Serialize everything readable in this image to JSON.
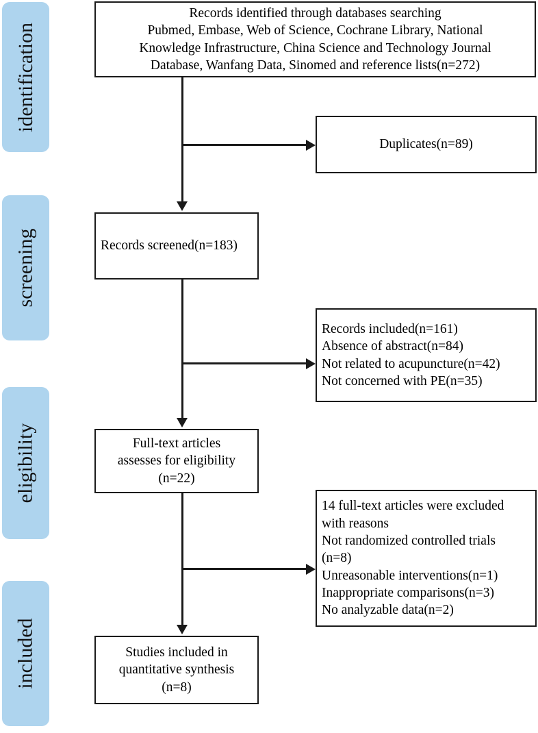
{
  "diagram": {
    "type": "prisma-flow-diagram",
    "title": "PRISMA study selection flow diagram",
    "accent_color": "#aed4ee",
    "line_color": "#1a1a1a",
    "box_fill": "#ffffff"
  },
  "stages": [
    {
      "id": "identification",
      "label": "identification"
    },
    {
      "id": "screening",
      "label": "screening"
    },
    {
      "id": "eligibility",
      "label": "eligibility"
    },
    {
      "id": "included",
      "label": "included"
    }
  ],
  "boxes": {
    "records_identified": {
      "id": "records-identified",
      "lines": [
        "Records identified through databases searching",
        "Pubmed, Embase, Web of Science, Cochrane Library, National",
        "Knowledge Infrastructure, China Science and Technology Journal",
        "Database, Wanfang Data, Sinomed and reference lists(n=272)"
      ],
      "n": 272
    },
    "duplicates": {
      "id": "duplicates",
      "lines": [
        "Duplicates(n=89)"
      ],
      "n": 89
    },
    "records_screened": {
      "id": "records-screened",
      "lines": [
        "Records screened(n=183)"
      ],
      "n": 183
    },
    "records_included_excluded": {
      "id": "records-excluded-at-screening",
      "lines": [
        "Records included(n=161)",
        " Absence of abstract(n=84)",
        " Not related to acupuncture(n=42)",
        " Not concerned with PE(n=35)"
      ],
      "counts": {
        "included": 161,
        "absence_of_abstract": 84,
        "not_related_to_acupuncture": 42,
        "not_concerned_with_pe": 35
      }
    },
    "full_text_assessed": {
      "id": "full-text-articles-assessed",
      "lines": [
        "Full-text articles",
        "assesses for eligibility",
        "(n=22)"
      ],
      "n": 22
    },
    "full_text_excluded": {
      "id": "full-text-articles-excluded",
      "lines": [
        "14 full-text articles were excluded",
        "with reasons",
        "Not randomized controlled trials",
        "(n=8)",
        "Unreasonable interventions(n=1)",
        "Inappropriate comparisons(n=3)",
        "No analyzable data(n=2)"
      ],
      "counts": {
        "total_excluded": 14,
        "not_randomized_controlled_trials": 8,
        "unreasonable_interventions": 1,
        "inappropriate_comparisons": 3,
        "no_analyzable_data": 2
      }
    },
    "studies_included": {
      "id": "studies-included-quantitative-synthesis",
      "lines": [
        "Studies included in",
        "quantitative synthesis",
        "(n=8)"
      ],
      "n": 8
    }
  }
}
